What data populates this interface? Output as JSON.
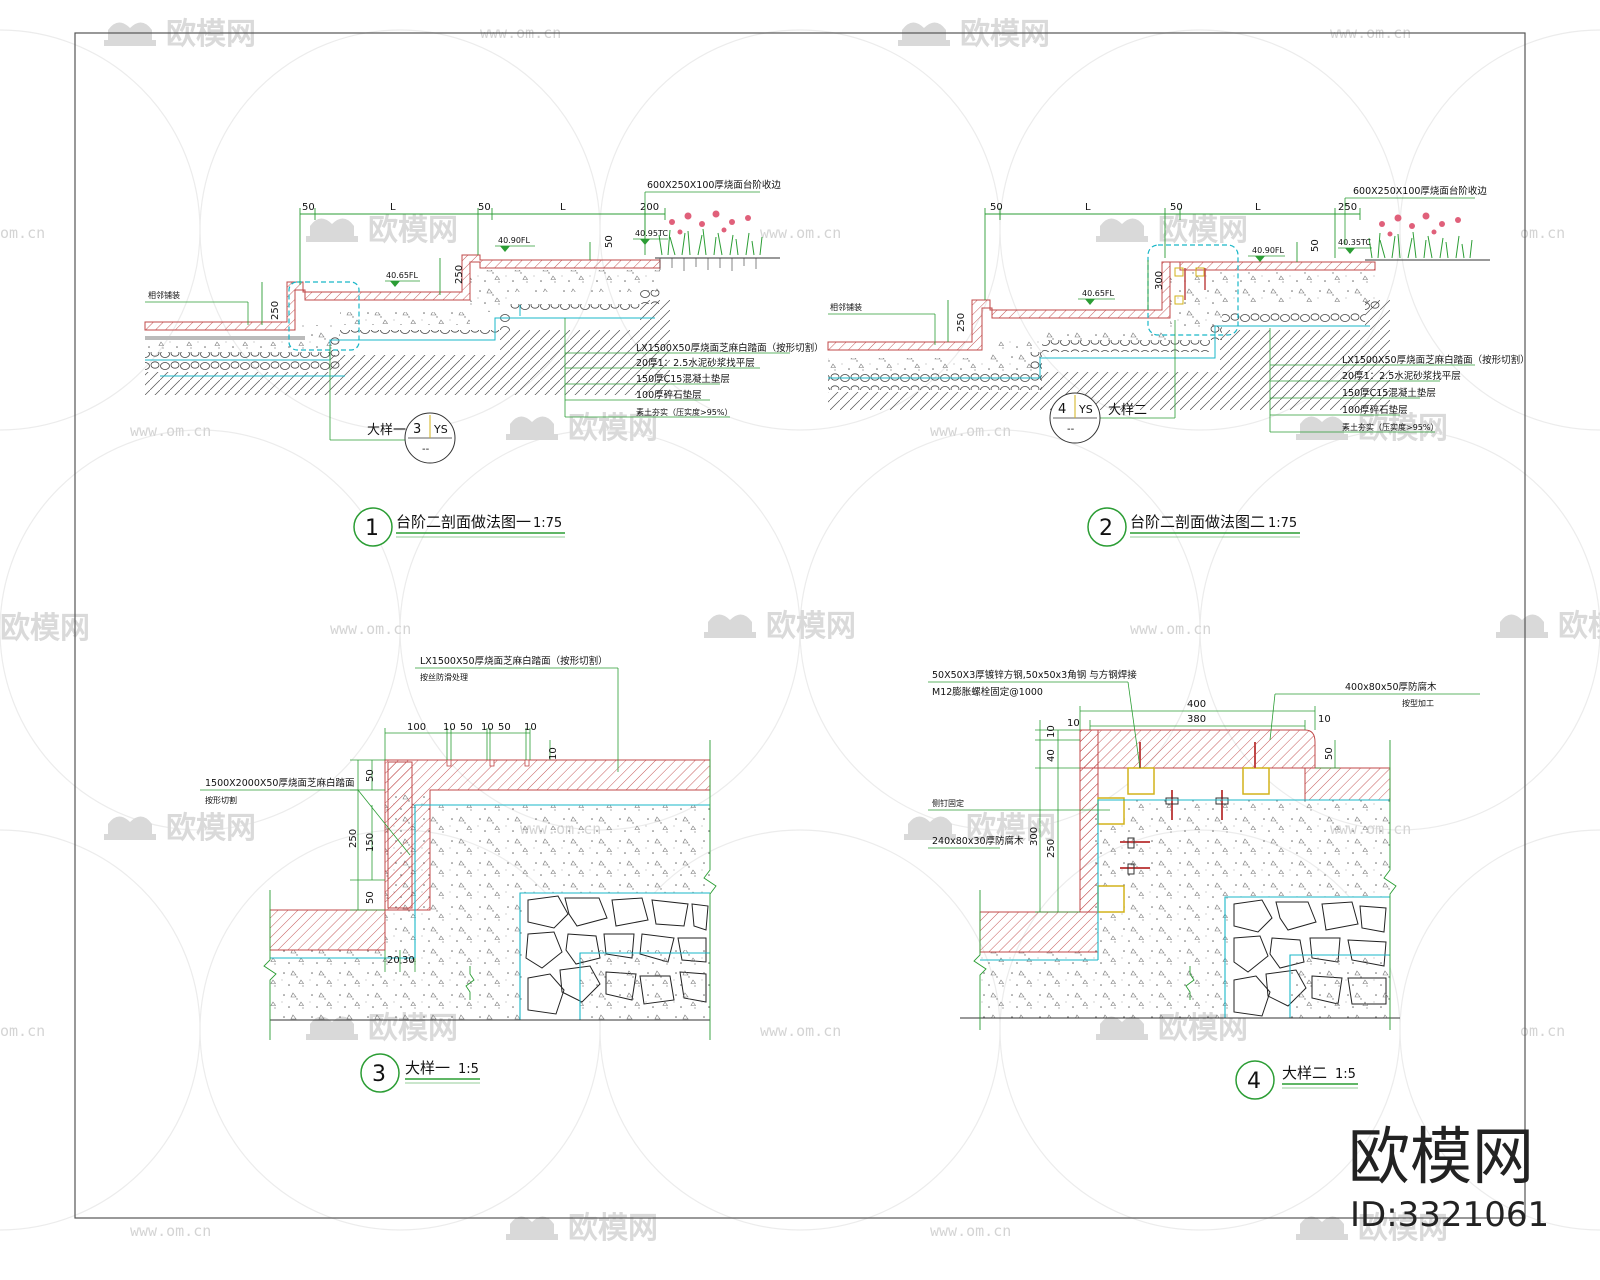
{
  "watermark": {
    "url": "www.om.cn",
    "name": "欧模网",
    "url_short": "om.cn"
  },
  "brand": {
    "name": "欧模网",
    "id": "ID:3321061"
  },
  "drawing1": {
    "number": "1",
    "title": "台阶二剖面做法图一",
    "scale": "1:75",
    "dims_top": [
      "50",
      "L",
      "50",
      "L",
      "200"
    ],
    "dim_riser": "250",
    "dim_riser2": "250",
    "dim_top_step": "50",
    "level_1": "40.65FL",
    "level_2": "40.90FL",
    "level_3": "40.95TC",
    "top_note": "600X250X100厚烧面台阶收边",
    "left_note": "相邻铺装",
    "layers": [
      "LX1500X50厚烧面芝麻白踏面（按形切割）",
      "20厚1：2.5水泥砂浆找平层",
      "150厚C15混凝土垫层",
      "100厚碎石垫层",
      "素土夯实（压实度>95%）"
    ],
    "detail_label": "大样一",
    "detail_num": "3",
    "detail_sheet": "YS",
    "detail_dash": "--"
  },
  "drawing2": {
    "number": "2",
    "title": "台阶二剖面做法图二",
    "scale": "1:75",
    "dims_top": [
      "50",
      "L",
      "50",
      "L",
      "250"
    ],
    "dim_riser": "250",
    "dim_riser2": "300",
    "dim_top_step": "50",
    "level_1": "40.65FL",
    "level_2": "40.90FL",
    "level_3": "40.35TC",
    "top_note": "600X250X100厚烧面台阶收边",
    "left_note": "相邻铺装",
    "layers": [
      "LX1500X50厚烧面芝麻白踏面（按形切割）",
      "20厚1：2.5水泥砂浆找平层",
      "150厚C15混凝土垫层",
      "100厚碎石垫层",
      "素土夯实（压实度>95%）"
    ],
    "detail_label": "大样二",
    "detail_num": "4",
    "detail_sheet": "YS",
    "detail_dash": "--"
  },
  "drawing3": {
    "number": "3",
    "title": "大样一",
    "scale": "1:5",
    "top_note_1": "LX1500X50厚烧面芝麻白踏面（按形切割）",
    "top_note_2": "按丝防滑处理",
    "left_note_1": "1500X2000X50厚烧面芝麻白踏面",
    "left_note_2": "按形切割",
    "dims_top": [
      "100",
      "10",
      "50",
      "10",
      "50",
      "10"
    ],
    "dim_slot": "10",
    "dims_left": [
      "50",
      "250",
      "150",
      "50"
    ],
    "dims_bottom": [
      "20",
      "30"
    ]
  },
  "drawing4": {
    "number": "4",
    "title": "大样二",
    "scale": "1:5",
    "note_1": "50X50X3厚镀锌方钢,50x50x3角钢 与方钢焊接",
    "note_2": "M12膨胀螺栓固定@1000",
    "note_3": "400x80x50厚防腐木",
    "note_4": "按型加工",
    "note_5": "侧钉固定",
    "note_6": "240x80x30厚防腐木",
    "dim_400": "400",
    "dim_380": "380",
    "dim_10a": "10",
    "dim_10b": "10",
    "dims_left": [
      "10",
      "40",
      "300",
      "250"
    ],
    "dim_50": "50"
  }
}
